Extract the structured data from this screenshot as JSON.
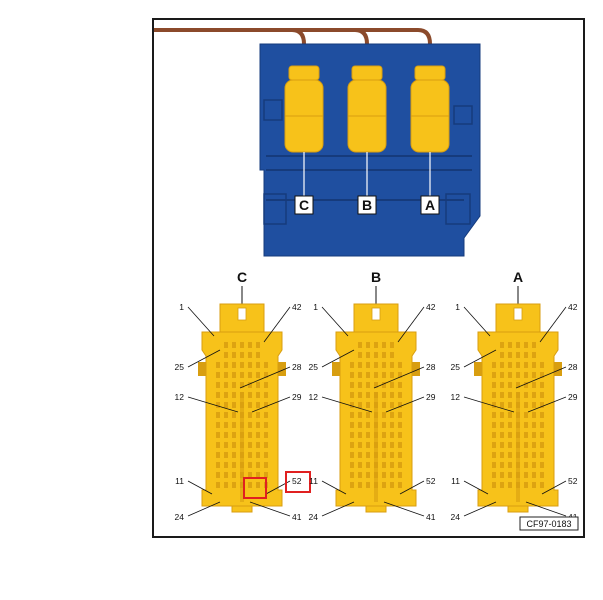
{
  "colors": {
    "housing_blue": "#1f4fa0",
    "housing_blue_dark": "#163b7c",
    "connector_yellow": "#f7c21a",
    "connector_yellow_dark": "#d89e10",
    "wire_brown": "#8b4a2b",
    "highlight_red": "#e02020"
  },
  "housing": {
    "labels": [
      "C",
      "B",
      "A"
    ]
  },
  "connectors": [
    {
      "letter": "C",
      "pins": {
        "p1": "1",
        "p42": "42",
        "p25": "25",
        "p28": "28",
        "p12": "12",
        "p29": "29",
        "p11": "11",
        "p52": "52",
        "p24": "24",
        "p41": "41"
      }
    },
    {
      "letter": "B",
      "pins": {
        "p1": "1",
        "p42": "42",
        "p25": "25",
        "p28": "28",
        "p12": "12",
        "p29": "29",
        "p11": "11",
        "p52": "52",
        "p24": "24",
        "p41": "41"
      }
    },
    {
      "letter": "A",
      "pins": {
        "p1": "1",
        "p42": "42",
        "p25": "25",
        "p28": "28",
        "p12": "12",
        "p29": "29",
        "p11": "11",
        "p52": "52",
        "p24": "24",
        "p41": "41"
      }
    }
  ],
  "figure_code": "CF97-0183"
}
